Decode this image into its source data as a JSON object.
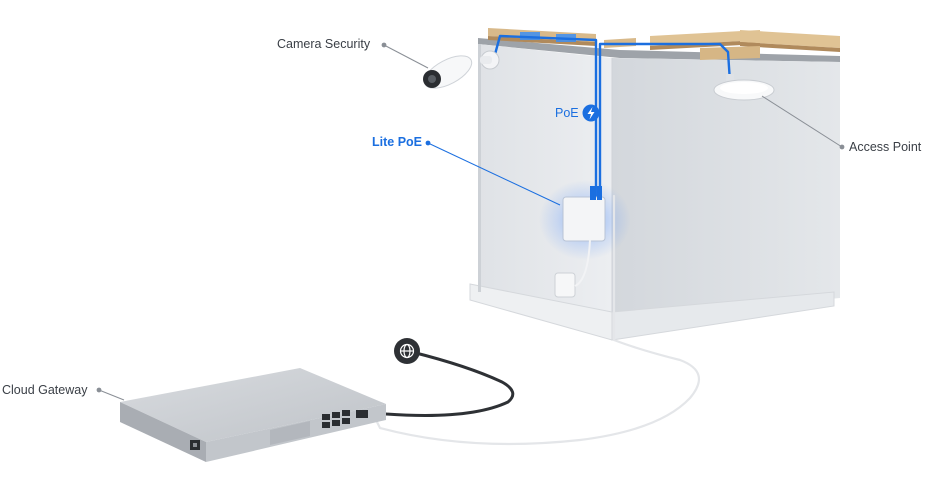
{
  "labels": {
    "camera": "Camera Security",
    "lite_poe": "Lite PoE",
    "poe": "PoE",
    "access_point": "Access Point",
    "cloud_gateway": "Cloud Gateway"
  },
  "colors": {
    "accent": "#1b6fe0",
    "label_text": "#3a3f46",
    "wall": "#e7e9ec",
    "wood": "#d8b98a",
    "gateway": "#c9ccd1",
    "internet_cable": "#2e3135"
  },
  "icons": {
    "internet": "globe-icon",
    "poe": "lightning-icon"
  }
}
